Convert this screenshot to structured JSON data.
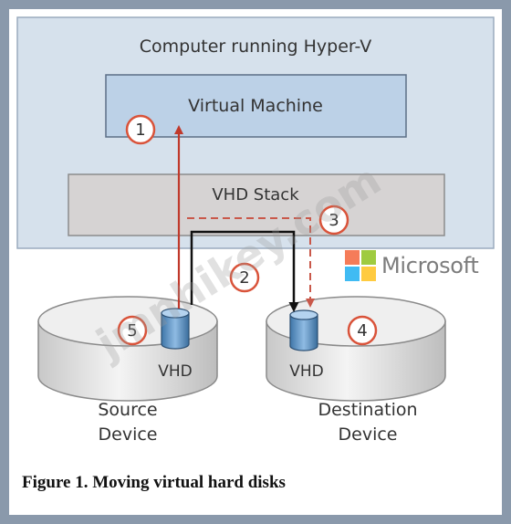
{
  "host": {
    "title": "Computer running Hyper-V"
  },
  "vm": {
    "label": "Virtual Machine"
  },
  "stack": {
    "label": "VHD Stack"
  },
  "source": {
    "vhd": "VHD",
    "line1": "Source",
    "line2": "Device"
  },
  "destination": {
    "vhd": "VHD",
    "line1": "Destination",
    "line2": "Device"
  },
  "steps": [
    "1",
    "2",
    "3",
    "4",
    "5"
  ],
  "caption": "Figure 1. Moving virtual hard disks",
  "watermark": {
    "site": "jmnhikey.com",
    "brand": "Microsoft"
  },
  "colors": {
    "host_fill": "#d6e1ec",
    "vm_fill": "#bcd1e7",
    "stack_fill": "#d6d3d3",
    "step_circle": "#d9533a",
    "red_arrow": "#c0392b",
    "black_arrow": "#111111",
    "dashed_arrow": "#c9584a",
    "ms_red": "#f25022",
    "ms_green": "#7fba00",
    "ms_blue": "#00a4ef",
    "ms_yellow": "#ffb900"
  }
}
